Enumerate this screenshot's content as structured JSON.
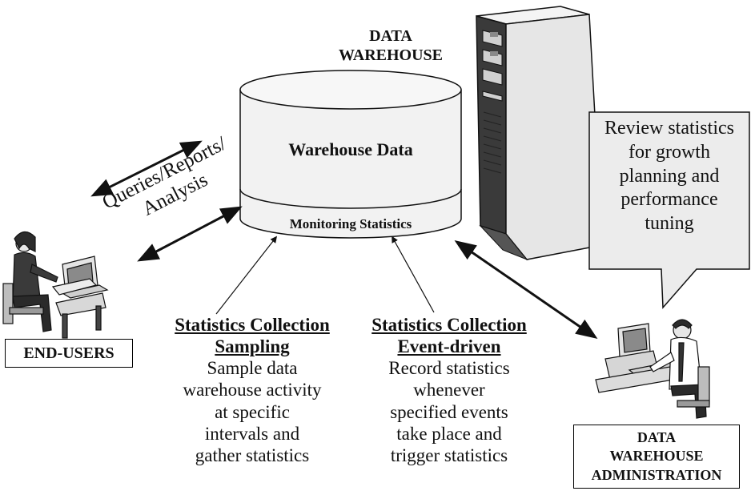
{
  "warehouse_title_line1": "DATA",
  "warehouse_title_line2": "WAREHOUSE",
  "cylinder": {
    "main_label": "Warehouse Data",
    "base_label": "Monitoring Statistics"
  },
  "queries_label_line1": "Queries/Reports/",
  "queries_label_line2": "Analysis",
  "end_users_label": "END-USERS",
  "sampling": {
    "heading_line1": "Statistics Collection",
    "heading_line2": "Sampling",
    "desc_lines": [
      "Sample data",
      "warehouse activity",
      "at specific",
      "intervals and",
      "gather statistics"
    ]
  },
  "event_driven": {
    "heading_line1": "Statistics Collection",
    "heading_line2": "Event-driven",
    "desc_lines": [
      "Record statistics",
      "whenever",
      "specified events",
      "take place and",
      "trigger statistics"
    ]
  },
  "callout_lines": [
    "Review statistics",
    "for growth",
    "planning and",
    "performance",
    "tuning"
  ],
  "admin_label_lines": [
    "DATA",
    "WAREHOUSE",
    "ADMINISTRATION"
  ],
  "colors": {
    "ink": "#111111",
    "cylinder_fill": "#f2f2f2",
    "tower_dark": "#3a3a3a",
    "tower_light": "#e6e6e6"
  }
}
